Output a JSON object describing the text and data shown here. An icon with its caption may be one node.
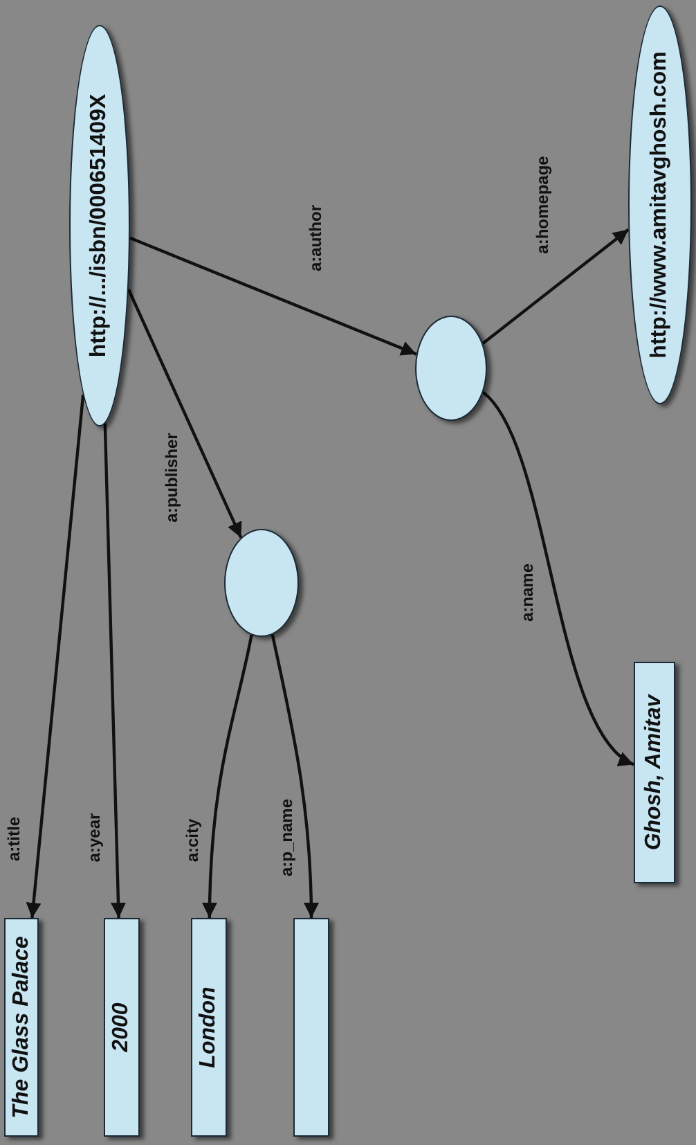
{
  "diagram": {
    "nodes": [
      {
        "text": [
          "http://.../isbn/000651409X"
        ]
      },
      {
        "text": [],
        "shape": "circle"
      },
      {
        "text": [
          "http://www.amitavghosh.com"
        ]
      },
      {
        "text": [],
        "shape": "circle"
      },
      {
        "text": [
          "Ghosh, Amitav"
        ]
      },
      {
        "text": [
          "The Glass Palace"
        ]
      },
      {
        "text": [
          "2000"
        ]
      },
      {
        "text": [
          "London"
        ]
      },
      {
        "text": [],
        "shape": "box"
      }
    ],
    "edges": [
      {
        "from": 0,
        "to": 5,
        "label": "a:title",
        "arrow": "to"
      },
      {
        "from": 0,
        "to": 6,
        "label": "a:year",
        "arrow": "to"
      },
      {
        "from": 0,
        "to": 3,
        "label": "a:publisher",
        "arrow": "to"
      },
      {
        "from": 0,
        "to": 1,
        "label": "a:author",
        "arrow": "to"
      },
      {
        "from": 1,
        "to": 2,
        "label": "a:homepage",
        "arrow": "to"
      },
      {
        "from": 1,
        "to": 4,
        "label": "a:name",
        "arrow": "to"
      },
      {
        "from": 3,
        "to": 7,
        "label": "a:city",
        "arrow": "to"
      },
      {
        "from": 3,
        "to": 8,
        "label": "a:p_name",
        "arrow": "to"
      }
    ]
  }
}
